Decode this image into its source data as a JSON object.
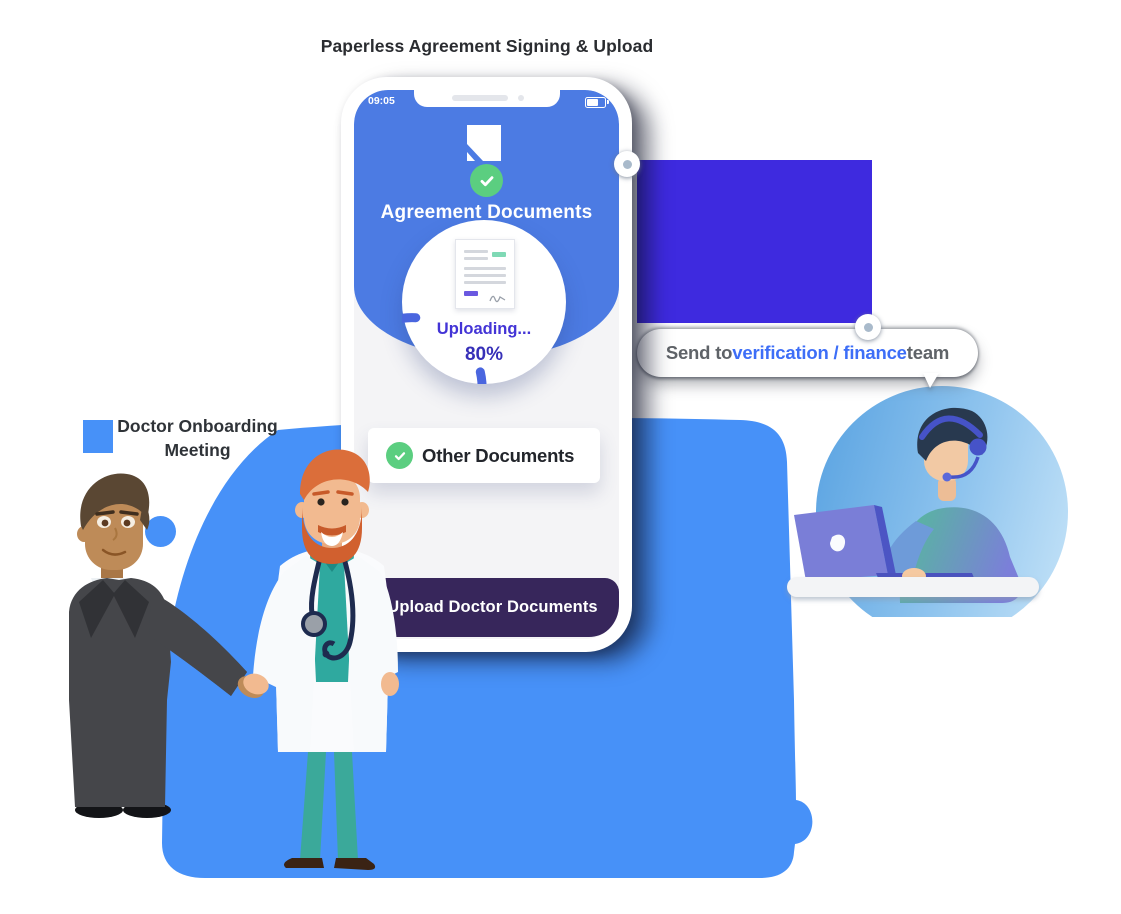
{
  "header": {
    "title": "Paperless Agreement Signing & Upload"
  },
  "phone": {
    "status": {
      "time": "09:05",
      "battery_icon": "battery-full"
    },
    "screen": {
      "app_logo_icon": "folded-document-icon",
      "header_check_icon": "check-circle-icon",
      "section_title": "Agreement Documents",
      "upload": {
        "status_label": "Uploading...",
        "percent_label": "80%",
        "percent_value": 80,
        "document_icon": "signed-document-icon"
      },
      "other_documents": {
        "check_icon": "check-circle-icon",
        "label": "Other Documents"
      },
      "upload_button_label": "Upload Doctor Documents"
    }
  },
  "annotations": {
    "meeting_caption": {
      "line1": "Doctor Onboarding",
      "line2": "Meeting"
    },
    "send_label": {
      "prefix": "Send to ",
      "highlight": "verification / finance",
      "suffix": " team"
    }
  },
  "illustrations": {
    "left_figure": "businessman shaking hands",
    "right_figure": "doctor in white coat with stethoscope",
    "support_figure": "support agent with headset at laptop"
  },
  "colors": {
    "blob_blue": "#4791F8",
    "phone_screen_blue": "#4C7BE3",
    "purple_rectangle": "#3E2ADF",
    "upload_button_purple": "#37265B",
    "success_green": "#5BCE80",
    "progress_arc_blue": "#4A66DF",
    "uploading_text": "#4334D6",
    "link_blue": "#3D6EF7",
    "support_circle_blue": "#8FC4EE"
  }
}
